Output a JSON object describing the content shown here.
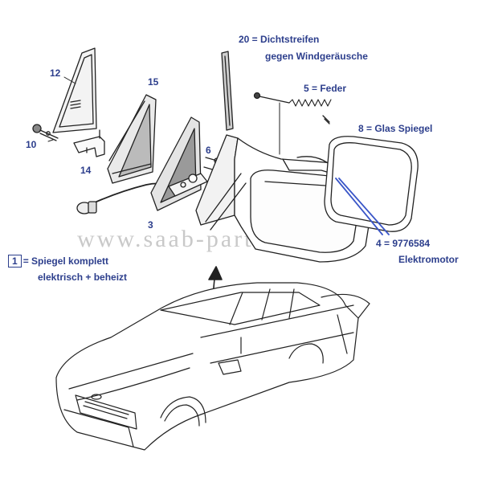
{
  "callouts": {
    "p20_line1": "20 = Dichtstreifen",
    "p20_line2": "gegen Windgeräusche",
    "p5": "5  = Feder",
    "p8": "8 = Glas Spiegel",
    "p4_line1": "4 = 9776584",
    "p4_line2": "Elektromotor",
    "p12": "12",
    "p15": "15",
    "p10": "10",
    "p14": "14",
    "p6": "6",
    "p3": "3"
  },
  "note": {
    "number": "1",
    "line1": "= Spiegel komplett",
    "line2": "elektrisch + beheizt"
  },
  "watermark": "www.saab-parts.eu",
  "colors": {
    "label": "#2c3e8c",
    "line": "#222222",
    "blue_pointer": "#3a56c8",
    "watermark": "#c9c9c9"
  }
}
